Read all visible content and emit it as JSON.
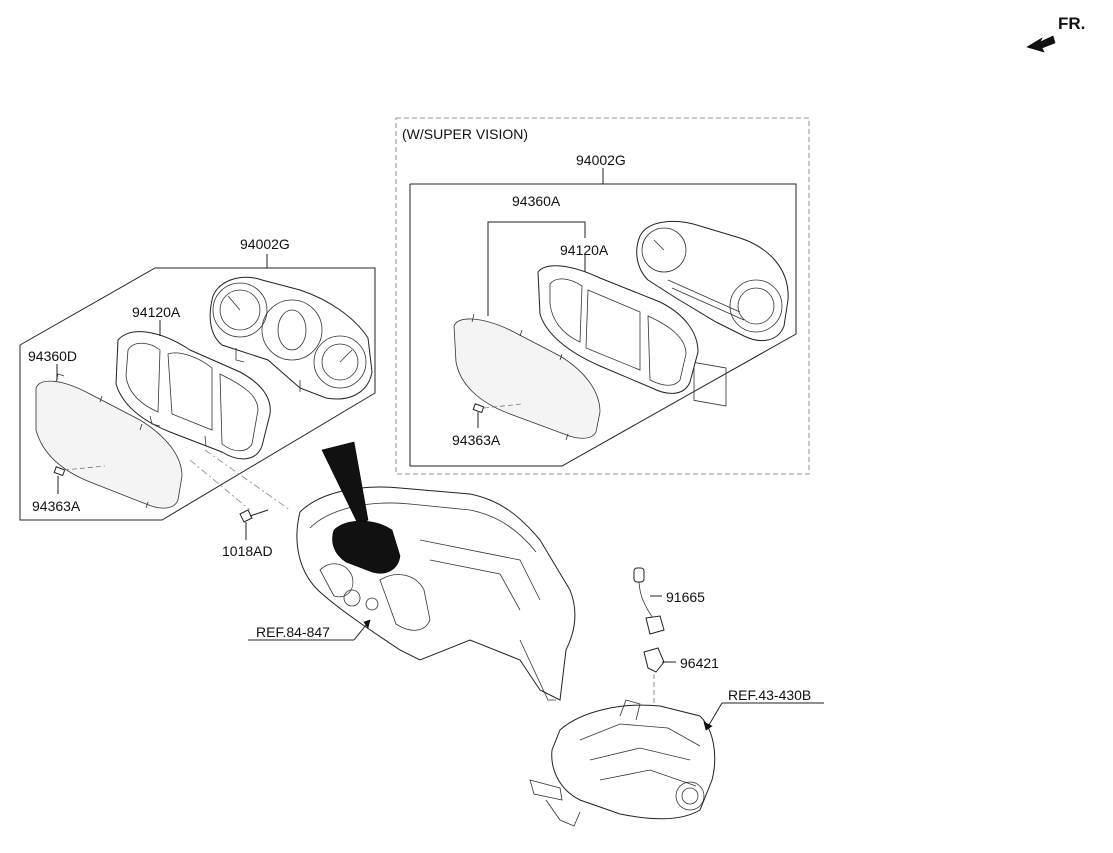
{
  "orientation": {
    "label": "FR.",
    "icon": "front-arrow-icon"
  },
  "variant_note": "(W/SUPER VISION)",
  "left_group": {
    "assembly": "94002G",
    "lens_glass": "94360D",
    "window_plate": "94120A",
    "clip": "94363A"
  },
  "right_group": {
    "assembly": "94002G",
    "lens_glass": "94360A",
    "window_plate": "94120A",
    "clip": "94363A"
  },
  "screw": "1018AD",
  "dashboard_ref": "REF.84-847",
  "transmission_ref": "REF.43-430B",
  "sensor_cable": "91665",
  "speed_sensor": "96421"
}
